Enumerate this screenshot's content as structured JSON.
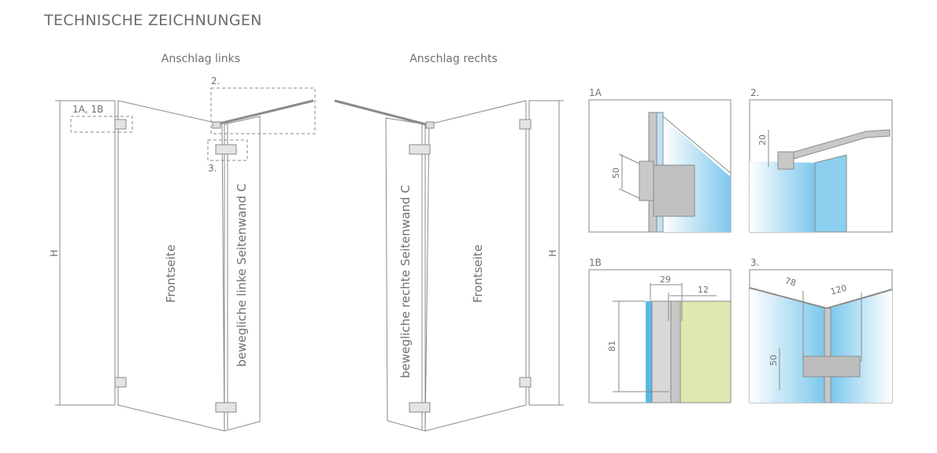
{
  "title": "TECHNISCHE ZEICHNUNGEN",
  "left_drawing": {
    "heading": "Anschlag links",
    "height_label": "H",
    "front_label": "Frontseite",
    "side_label": "bewegliche linke Seitenwand C",
    "callout_1": "1A, 1B",
    "callout_2": "2.",
    "callout_3": "3."
  },
  "right_drawing": {
    "heading": "Anschlag rechts",
    "height_label": "H",
    "front_label": "Frontseite",
    "side_label": "bewegliche rechte Seitenwand C"
  },
  "details": {
    "d1a": {
      "label": "1A",
      "dim": "50"
    },
    "d2": {
      "label": "2.",
      "dim": "20"
    },
    "d1b": {
      "label": "1B",
      "dim_width": "29",
      "dim_glass": "12",
      "dim_height": "81"
    },
    "d3": {
      "label": "3.",
      "dim_left": "78",
      "dim_right": "120",
      "dim_height": "50"
    }
  },
  "colors": {
    "line": "#8a8a8a",
    "glass": "#7cc7ec",
    "wall": "#e0e8b0",
    "metal": "#bdbdbd"
  }
}
